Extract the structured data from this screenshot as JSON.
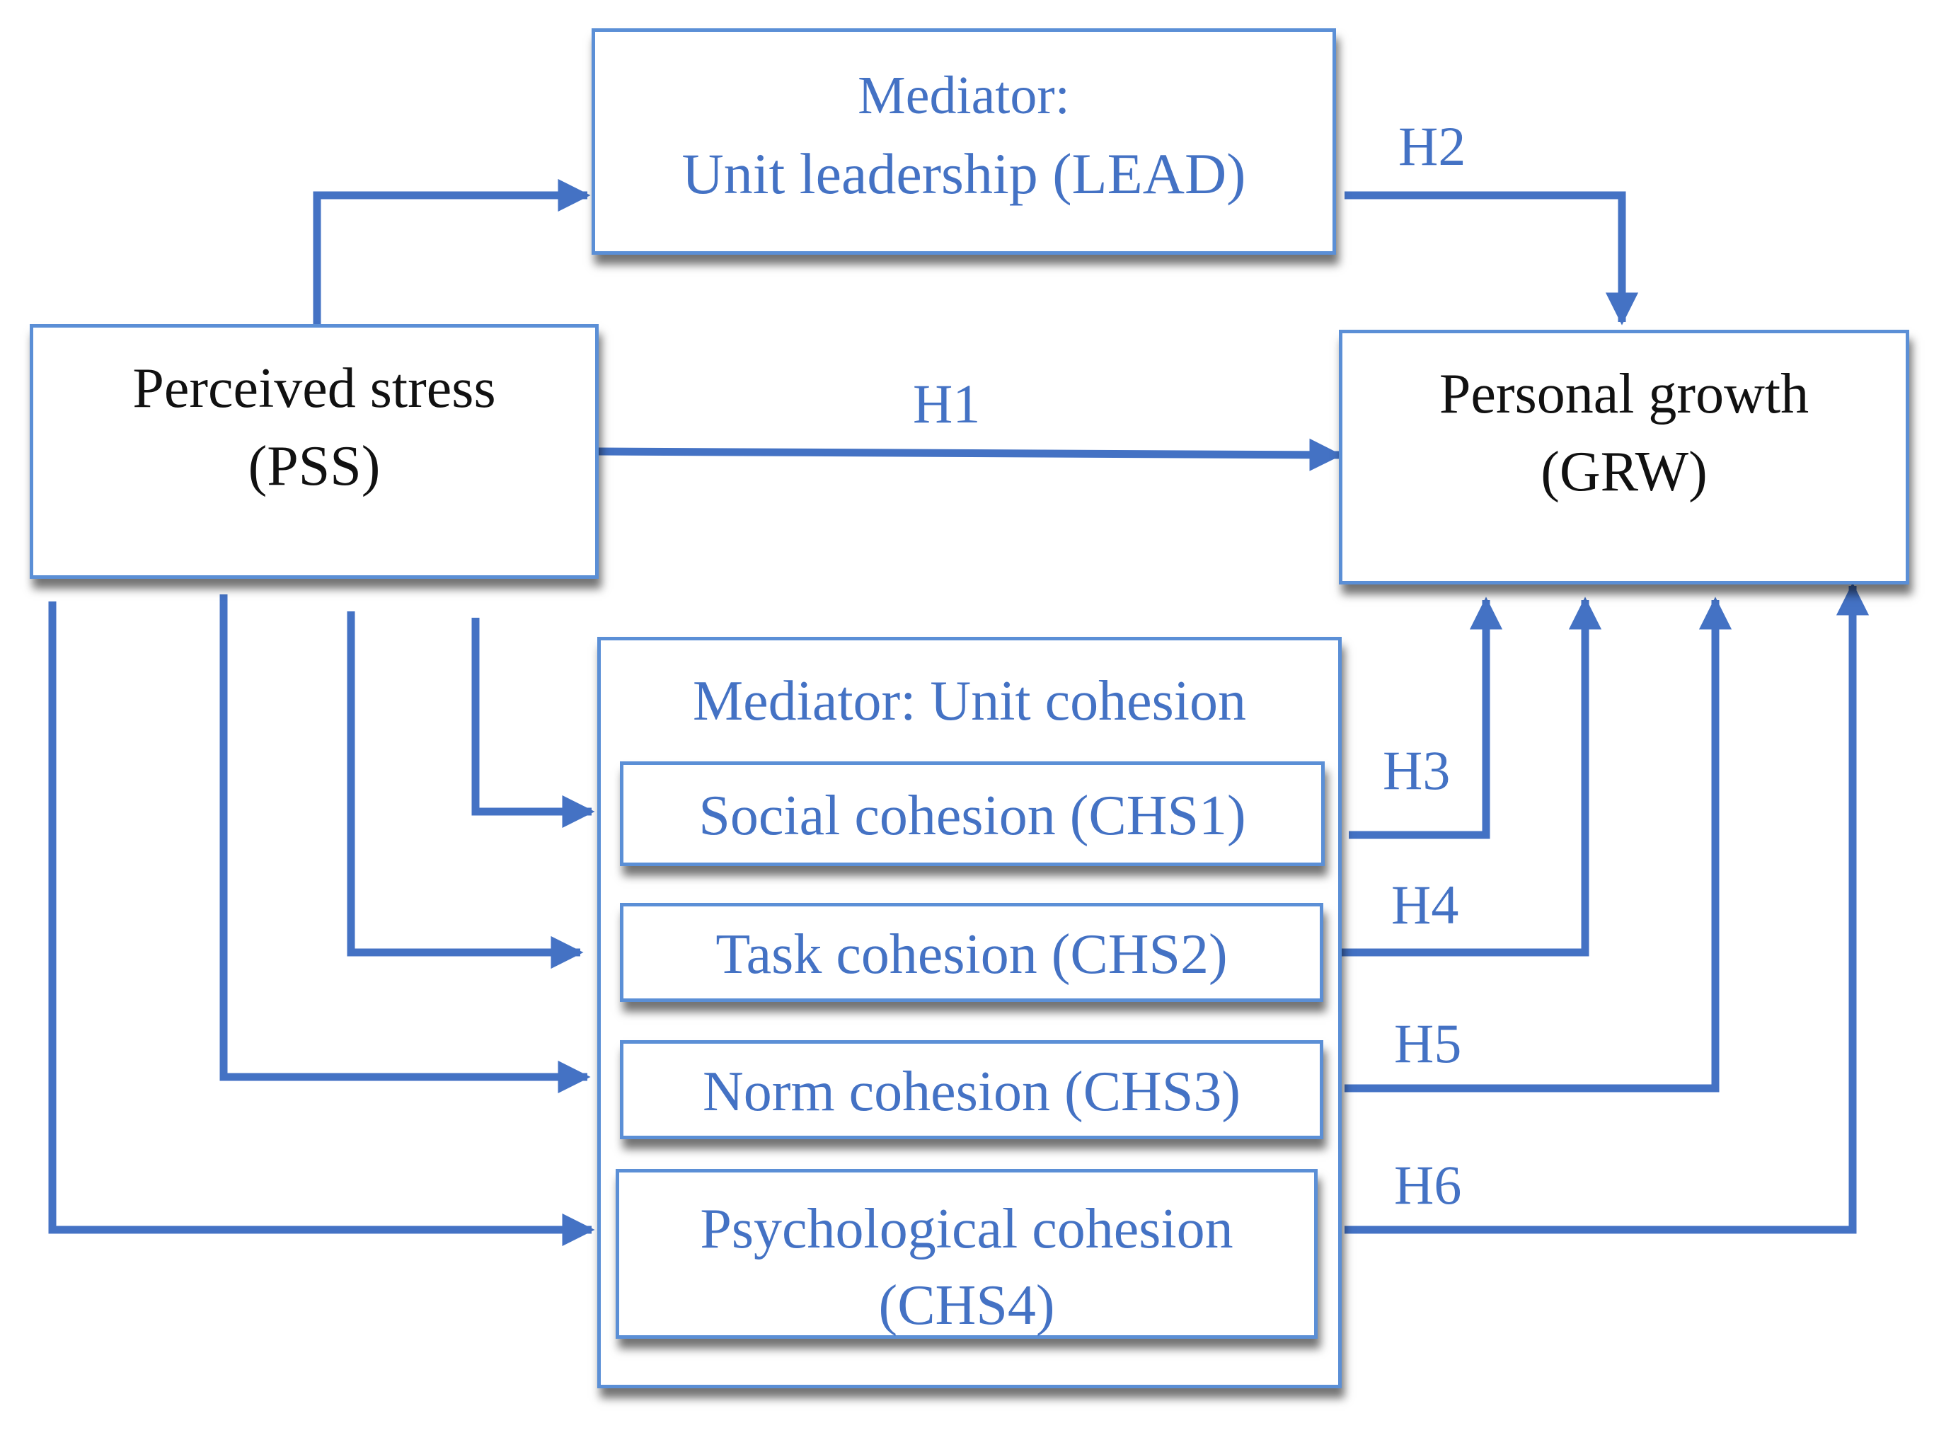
{
  "colors": {
    "line": "#4472c4",
    "border": "#5b8fd6",
    "accent_text": "#4472c4",
    "main_text": "#111111"
  },
  "lead": {
    "line1": "Mediator:",
    "line2": "Unit leadership (LEAD)"
  },
  "pss": {
    "line1": "Perceived stress",
    "line2": "(PSS)"
  },
  "grw": {
    "line1": "Personal growth",
    "line2": "(GRW)"
  },
  "cohesion": {
    "title": "Mediator: Unit cohesion",
    "social": "Social cohesion (CHS1)",
    "task": "Task cohesion (CHS2)",
    "norm": "Norm cohesion (CHS3)",
    "psych_line1": "Psychological cohesion",
    "psych_line2": "(CHS4)"
  },
  "hypotheses": {
    "h1": "H1",
    "h2": "H2",
    "h3": "H3",
    "h4": "H4",
    "h5": "H5",
    "h6": "H6"
  }
}
